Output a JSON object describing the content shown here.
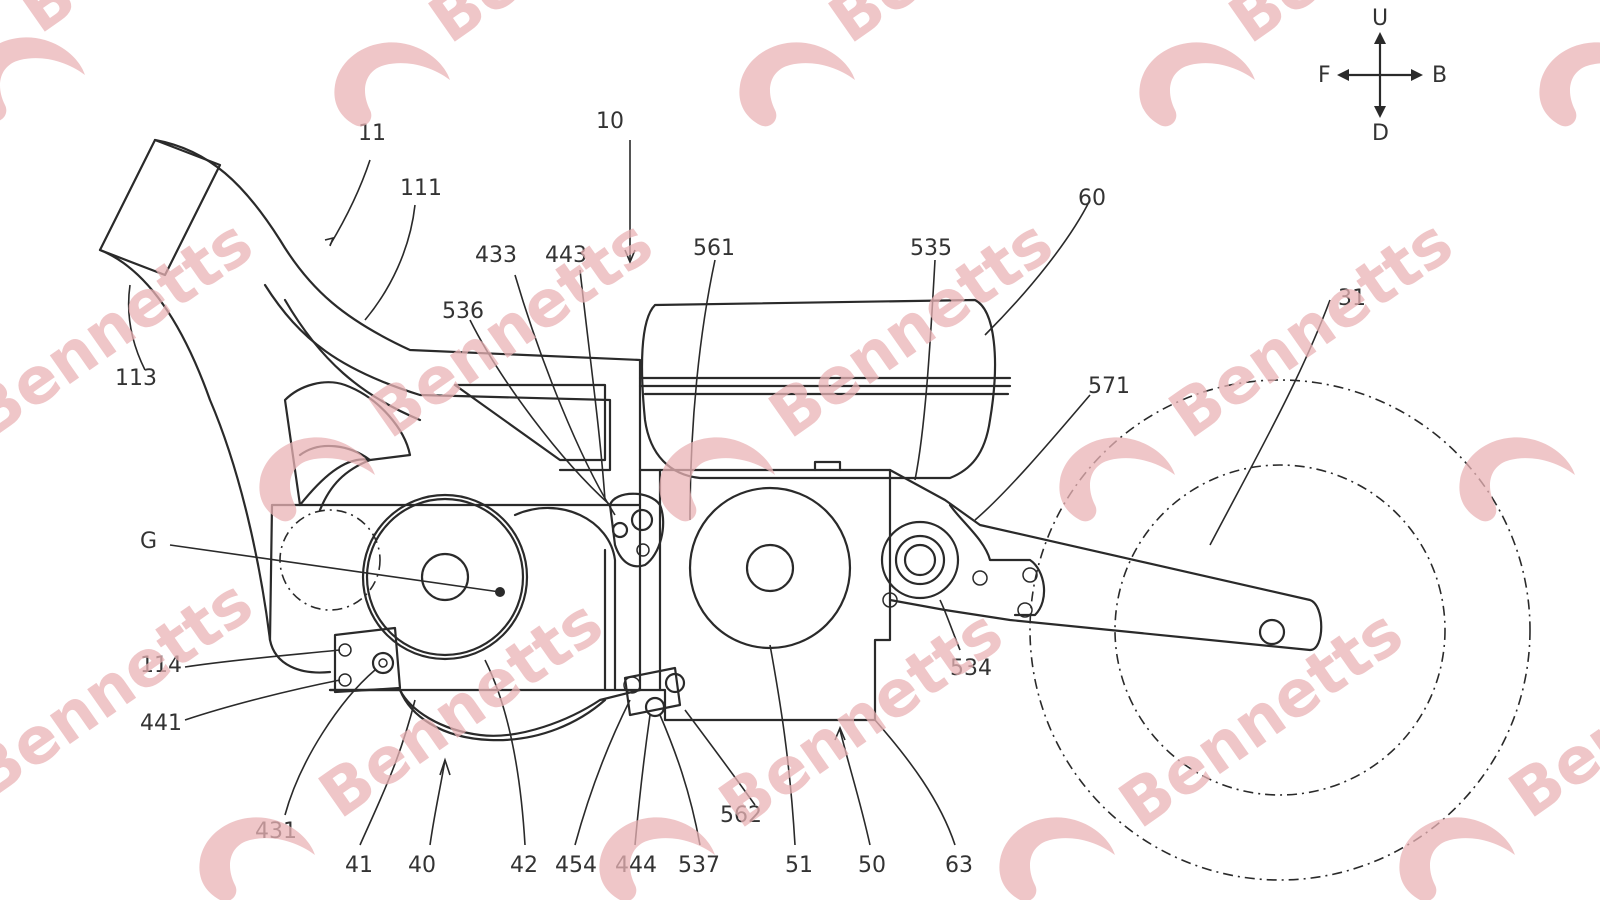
{
  "diagram": {
    "labels": {
      "l11": "11",
      "l10": "10",
      "l111": "111",
      "l113": "113",
      "l433": "433",
      "l443": "443",
      "l561": "561",
      "l535": "535",
      "l60": "60",
      "l31": "31",
      "l536": "536",
      "l571": "571",
      "lG": "G",
      "l114": "114",
      "l441": "441",
      "l534": "534",
      "l562": "562",
      "l431": "431",
      "l41": "41",
      "l40": "40",
      "l42": "42",
      "l454": "454",
      "l444": "444",
      "l537": "537",
      "l51": "51",
      "l50": "50",
      "l63": "63"
    },
    "compass": {
      "up": "U",
      "down": "D",
      "front": "F",
      "back": "B"
    }
  },
  "watermark": {
    "text": "Bennetts",
    "color": "#e9b3b5"
  }
}
